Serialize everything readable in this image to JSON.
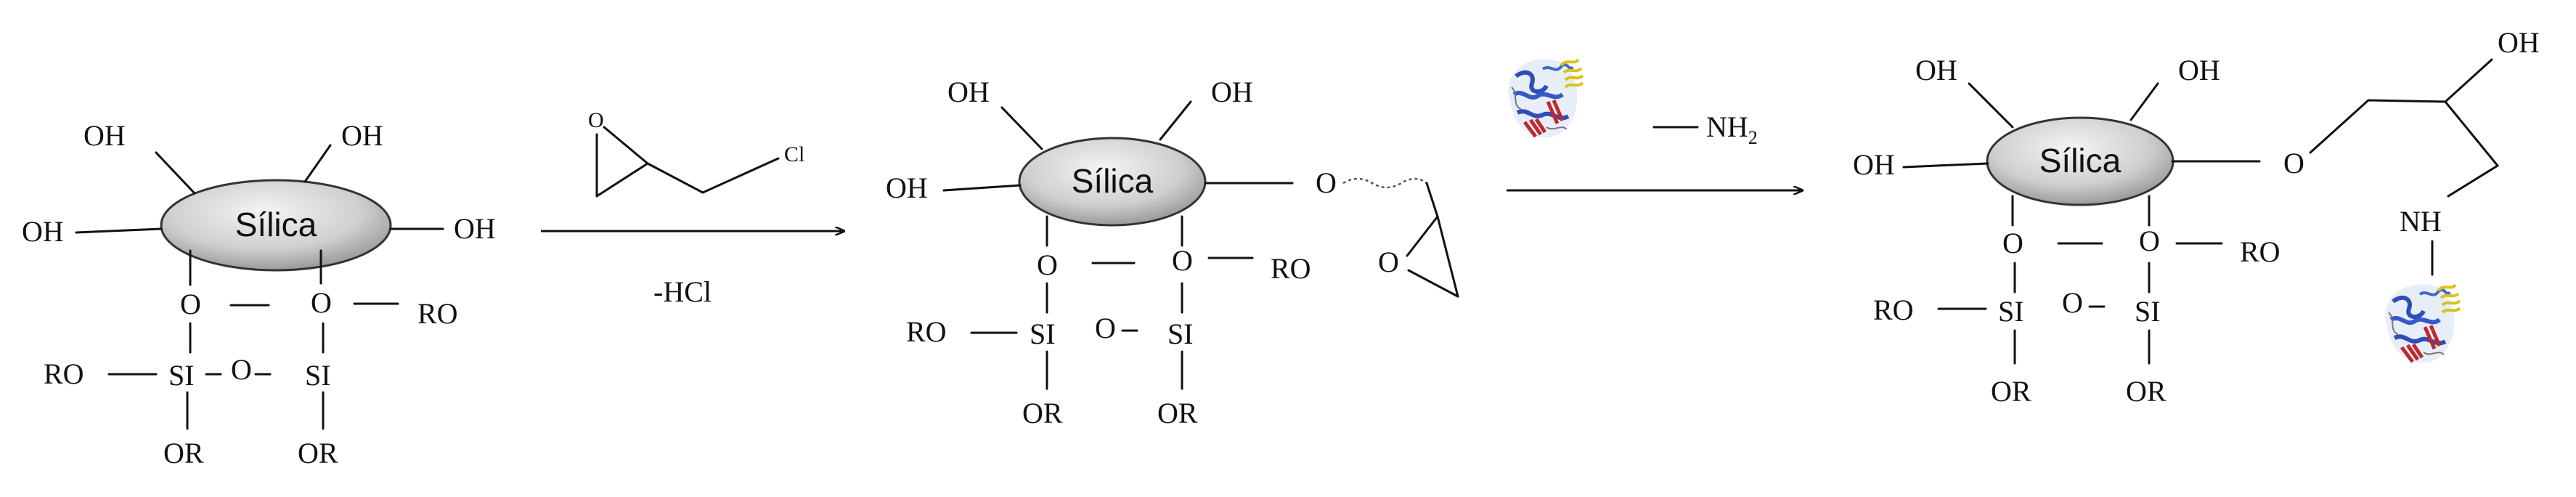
{
  "silica_label": "Sílica",
  "groups": {
    "oh": "OH",
    "ro": "RO",
    "or": "OR",
    "o": "O",
    "si": "SI",
    "nh": "NH"
  },
  "reagent1": {
    "epoxide_o": "O",
    "chlorine": "Cl",
    "byproduct": "-HCl"
  },
  "reagent2": {
    "amine": "NH",
    "amine_subscript": "2"
  },
  "icons": {
    "protein": "protein-ribbon-icon"
  },
  "colors": {
    "silica_fill_light": "#f2f2f2",
    "silica_fill_dark": "#9a9a9a"
  }
}
